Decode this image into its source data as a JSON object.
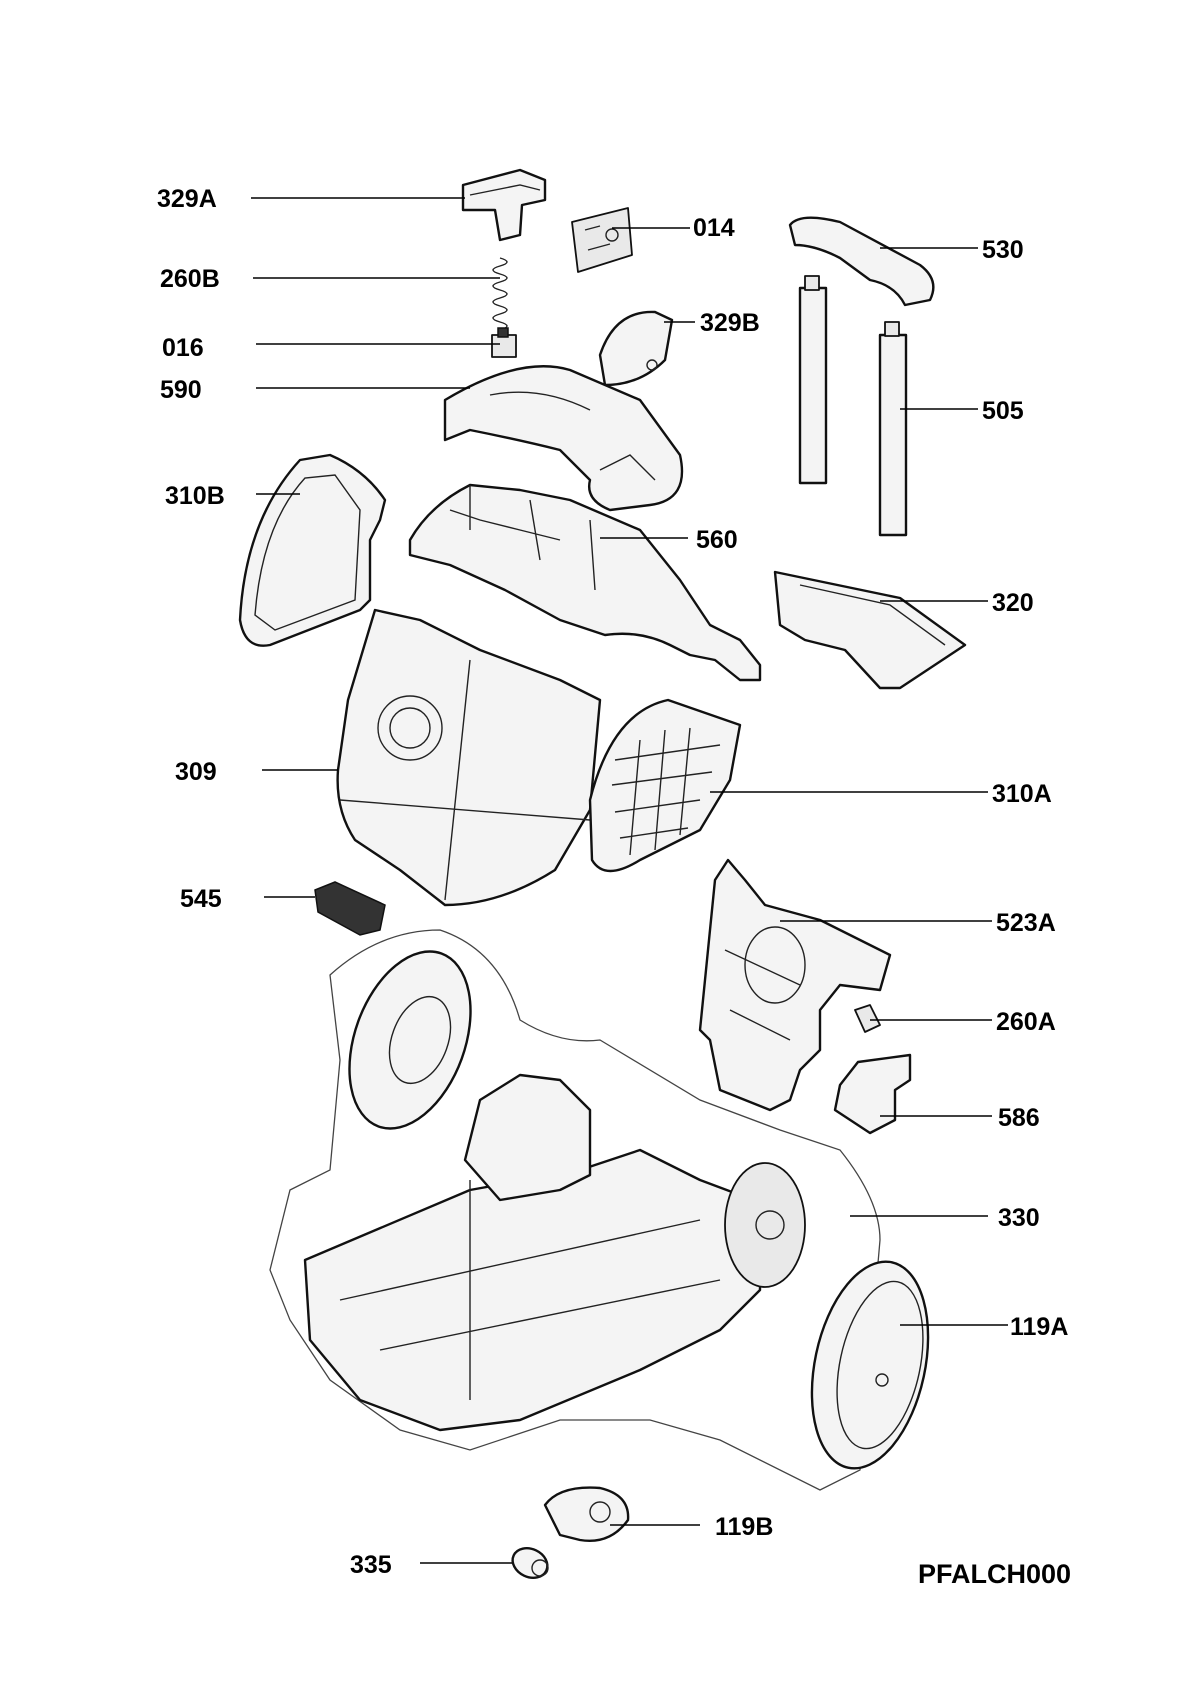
{
  "diagram_code": "PFALCH000",
  "labels": {
    "l329A": "329A",
    "l260B": "260B",
    "l016": "016",
    "l590": "590",
    "l310B": "310B",
    "l014": "014",
    "l329B": "329B",
    "l530": "530",
    "l505": "505",
    "l560": "560",
    "l320": "320",
    "l309": "309",
    "l310A": "310A",
    "l545": "545",
    "l523A": "523A",
    "l260A": "260A",
    "l586": "586",
    "l330": "330",
    "l119A": "119A",
    "l119B": "119B",
    "l335": "335"
  }
}
